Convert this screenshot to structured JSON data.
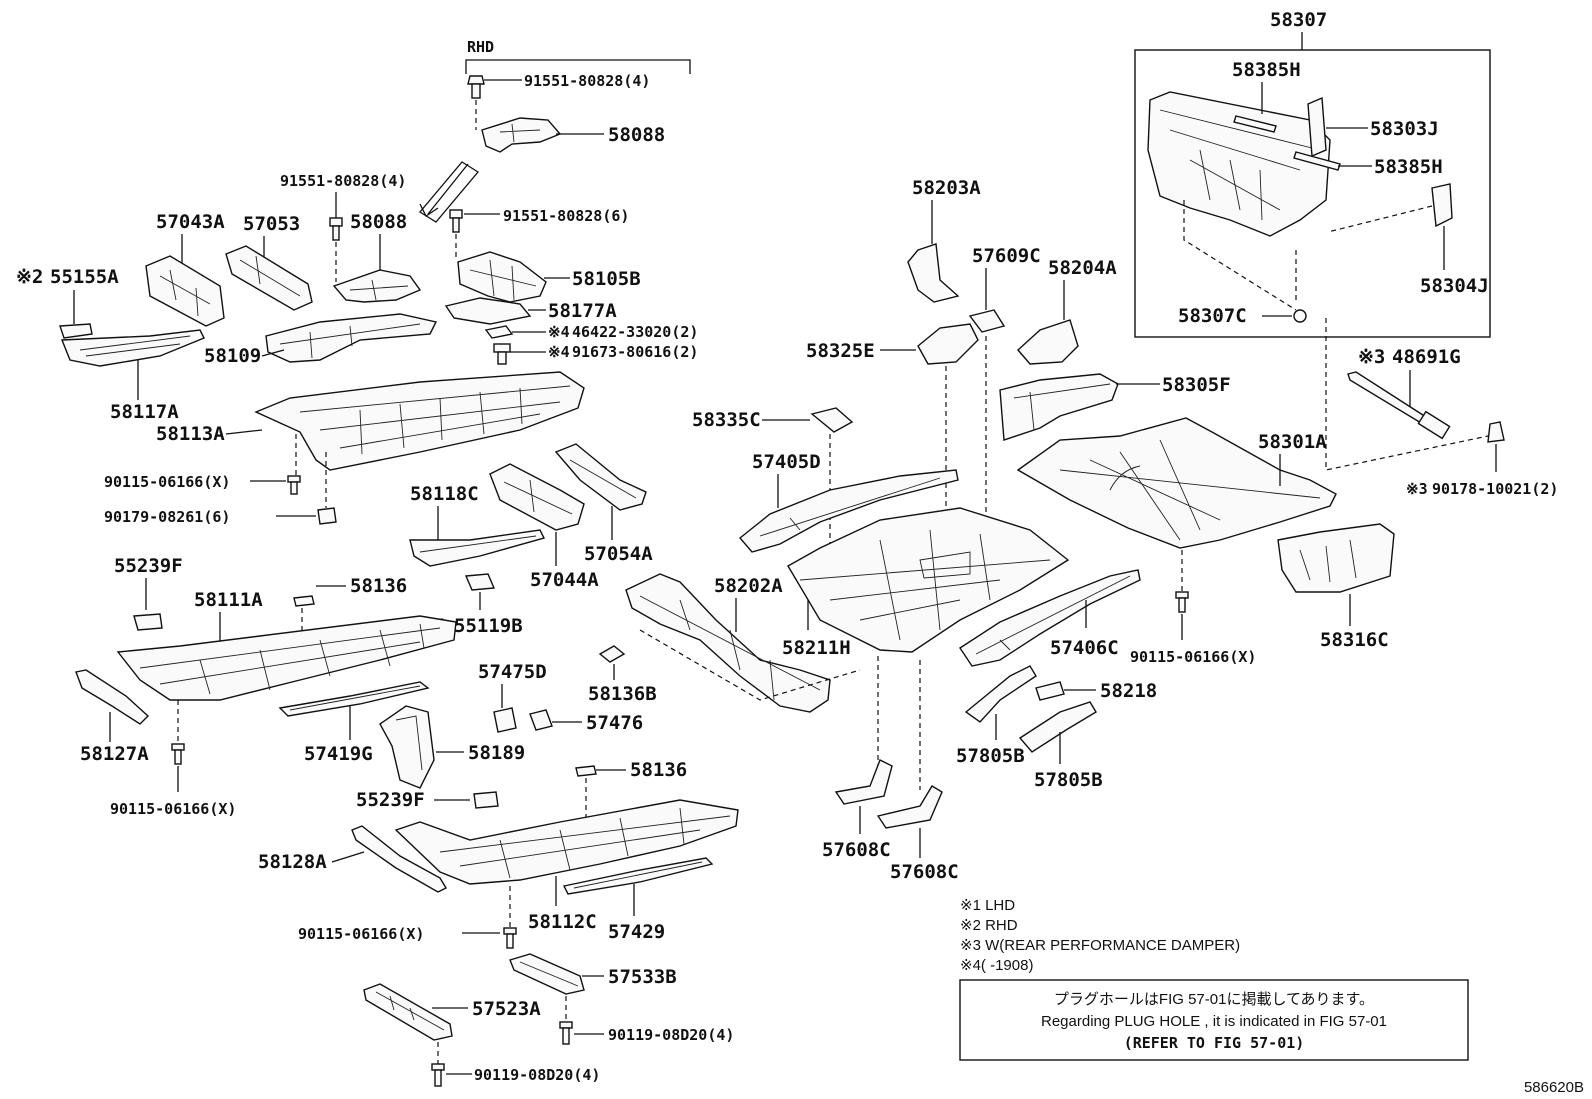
{
  "labels": {
    "rhd_header": "RHD",
    "p58307": "58307",
    "p58385H_a": "58385H",
    "p58303J": "58303J",
    "p58385H_b": "58385H",
    "p58304J": "58304J",
    "p58307C": "58307C",
    "p91551_4a": "91551-80828(4)",
    "p58088_a": "58088",
    "p91551_4b": "91551-80828(4)",
    "p57043A": "57043A",
    "p57053": "57053",
    "p58088_b": "58088",
    "p91551_6": "91551-80828(6)",
    "p55155A": "55155A",
    "p58105B": "58105B",
    "p58177A": "58177A",
    "p46422": "46422-33020(2)",
    "p91673": "91673-80616(2)",
    "p58109": "58109",
    "p58117A": "58117A",
    "p58113A": "58113A",
    "p90115_x1": "90115-06166(X)",
    "p90179": "90179-08261(6)",
    "p58203A": "58203A",
    "p57609C": "57609C",
    "p58204A": "58204A",
    "p58325E": "58325E",
    "p58305F": "58305F",
    "p48691G": "48691G",
    "p58335C": "58335C",
    "p57405D": "57405D",
    "p58301A": "58301A",
    "p90178": "90178-10021(2)",
    "p58118C": "58118C",
    "p57054A": "57054A",
    "p57044A": "57044A",
    "p55239F_a": "55239F",
    "p58111A": "58111A",
    "p58136_a": "58136",
    "p55119B": "55119B",
    "p58202A": "58202A",
    "p58211H": "58211H",
    "p57406C": "57406C",
    "p90115_x2": "90115-06166(X)",
    "p58316C": "58316C",
    "p57475D": "57475D",
    "p58136B": "58136B",
    "p57476": "57476",
    "p58218": "58218",
    "p58127A": "58127A",
    "p57419G": "57419G",
    "p58189": "58189",
    "p57805B_a": "57805B",
    "p57805B_b": "57805B",
    "p58136_b": "58136",
    "p90115_x3": "90115-06166(X)",
    "p55239F_b": "55239F",
    "p57608C_a": "57608C",
    "p57608C_b": "57608C",
    "p58128A": "58128A",
    "p58112C": "58112C",
    "p57429": "57429",
    "p90115_x4": "90115-06166(X)",
    "p57533B": "57533B",
    "p57523A": "57523A",
    "p90119_a": "90119-08D20(4)",
    "p90119_b": "90119-08D20(4)"
  },
  "marks": {
    "m1": "※1",
    "m2": "※2",
    "m3": "※3",
    "m4": "※4"
  },
  "legend": {
    "l1": "※1  LHD",
    "l2": "※2  RHD",
    "l3": "※3  W(REAR PERFORMANCE DAMPER)",
    "l4": "※4(        -1908)"
  },
  "notice": {
    "japanese": "プラグホールはFIG 57-01に掲載してあります。",
    "english": "Regarding  PLUG  HOLE , it is indicated in FIG  57-01",
    "refer": "(REFER TO FIG 57-01)"
  },
  "figure_id": "586620B"
}
